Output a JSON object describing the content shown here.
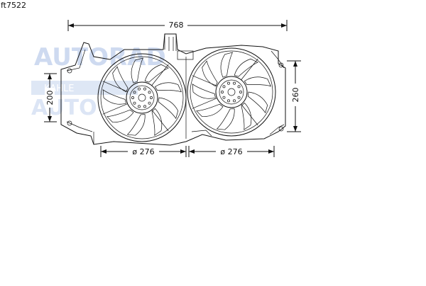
{
  "part_code": "ft7522",
  "watermark": {
    "brand": "AUTORAD",
    "sub": "KAHLE"
  },
  "dimensions": {
    "width": "768",
    "height_right": "260",
    "height_left": "200",
    "fan_left": "ø 276",
    "fan_right": "ø 276"
  },
  "icons": [
    "fan-icon"
  ],
  "colors": {
    "line": "#111111",
    "watermark": "#c9d7ef"
  }
}
